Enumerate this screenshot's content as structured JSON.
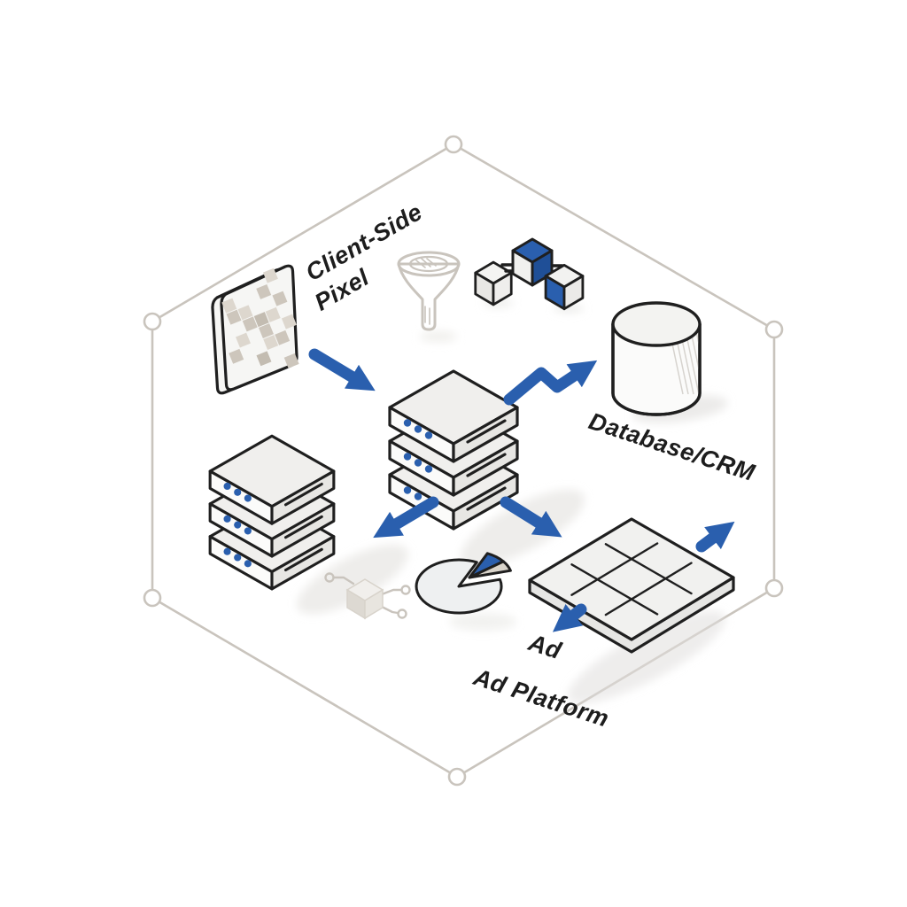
{
  "colors": {
    "background": "#ffffff",
    "outline": "#1f1f1f",
    "accent_blue": "#2a5fae",
    "frame_gray": "#c9c4bd",
    "fill_light": "#f2f2f0",
    "fill_mid": "#e7e6e3",
    "fill_dark": "#dedcd8",
    "mosaic_gray": "#cdc6bc",
    "shadow": "#e3e2de",
    "tan": "#d9d4cb",
    "label": "#1d1d1d"
  },
  "labels": {
    "client_side_pixel": {
      "line1": "Client-Side",
      "line2": "Pixel"
    },
    "database_crm": "Database/CRM",
    "ad_platform": {
      "line1": "Ad",
      "line2": "Ad Platform"
    }
  },
  "diagram": {
    "frame": "hexagon-outline-with-vertex-circles",
    "nodes": [
      {
        "id": "client-side-pixel",
        "label": "Client-Side Pixel",
        "icon": "pixel-board-icon"
      },
      {
        "id": "funnel",
        "label": "",
        "icon": "funnel-icon"
      },
      {
        "id": "data-cubes",
        "label": "",
        "icon": "cubes-icon"
      },
      {
        "id": "server-stack-center",
        "label": "",
        "icon": "server-stack-icon"
      },
      {
        "id": "server-stack-left",
        "label": "",
        "icon": "server-stack-icon"
      },
      {
        "id": "database-crm",
        "label": "Database/CRM",
        "icon": "database-cylinder-icon"
      },
      {
        "id": "chip-node",
        "label": "",
        "icon": "chip-connector-icon"
      },
      {
        "id": "pie-chart",
        "label": "",
        "icon": "pie-chart-icon"
      },
      {
        "id": "ad-platform",
        "label": "Ad Platform",
        "icon": "grid-platform-icon"
      }
    ],
    "flows": [
      {
        "name": "arrow-pixel-to-servers",
        "direction": "down-right"
      },
      {
        "name": "arrow-servers-to-database",
        "direction": "up-right-zigzag"
      },
      {
        "name": "arrow-servers-to-lower-left",
        "direction": "down-left"
      },
      {
        "name": "arrow-servers-to-platform",
        "direction": "down-right"
      },
      {
        "name": "arrow-platform-out-left",
        "direction": "down-left"
      },
      {
        "name": "arrow-platform-out-right",
        "direction": "up-right"
      }
    ]
  }
}
